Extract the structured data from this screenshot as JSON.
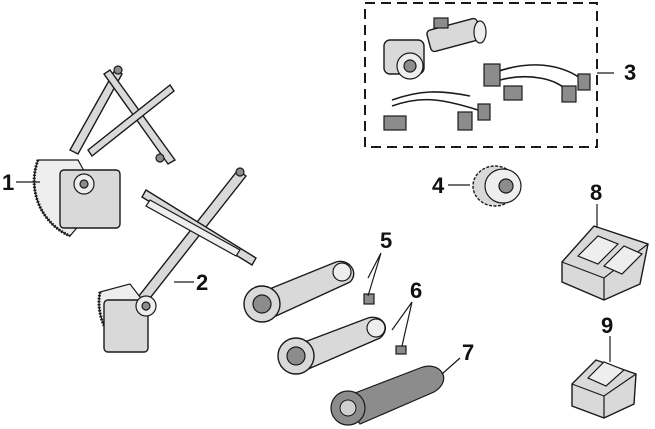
{
  "callouts": [
    {
      "id": "regulator-left",
      "label": "1"
    },
    {
      "id": "regulator-right",
      "label": "2"
    },
    {
      "id": "motor-kit",
      "label": "3"
    },
    {
      "id": "gear",
      "label": "4"
    },
    {
      "id": "crank-handle-a",
      "label": "5"
    },
    {
      "id": "crank-handle-b",
      "label": "6"
    },
    {
      "id": "crank-handle-c",
      "label": "7"
    },
    {
      "id": "switch-double",
      "label": "8"
    },
    {
      "id": "switch-single",
      "label": "9"
    }
  ],
  "colors": {
    "stroke": "#1a1a1a",
    "metal": "#d9d9d9",
    "shadow": "#8c8c8c",
    "background": "#ffffff"
  }
}
